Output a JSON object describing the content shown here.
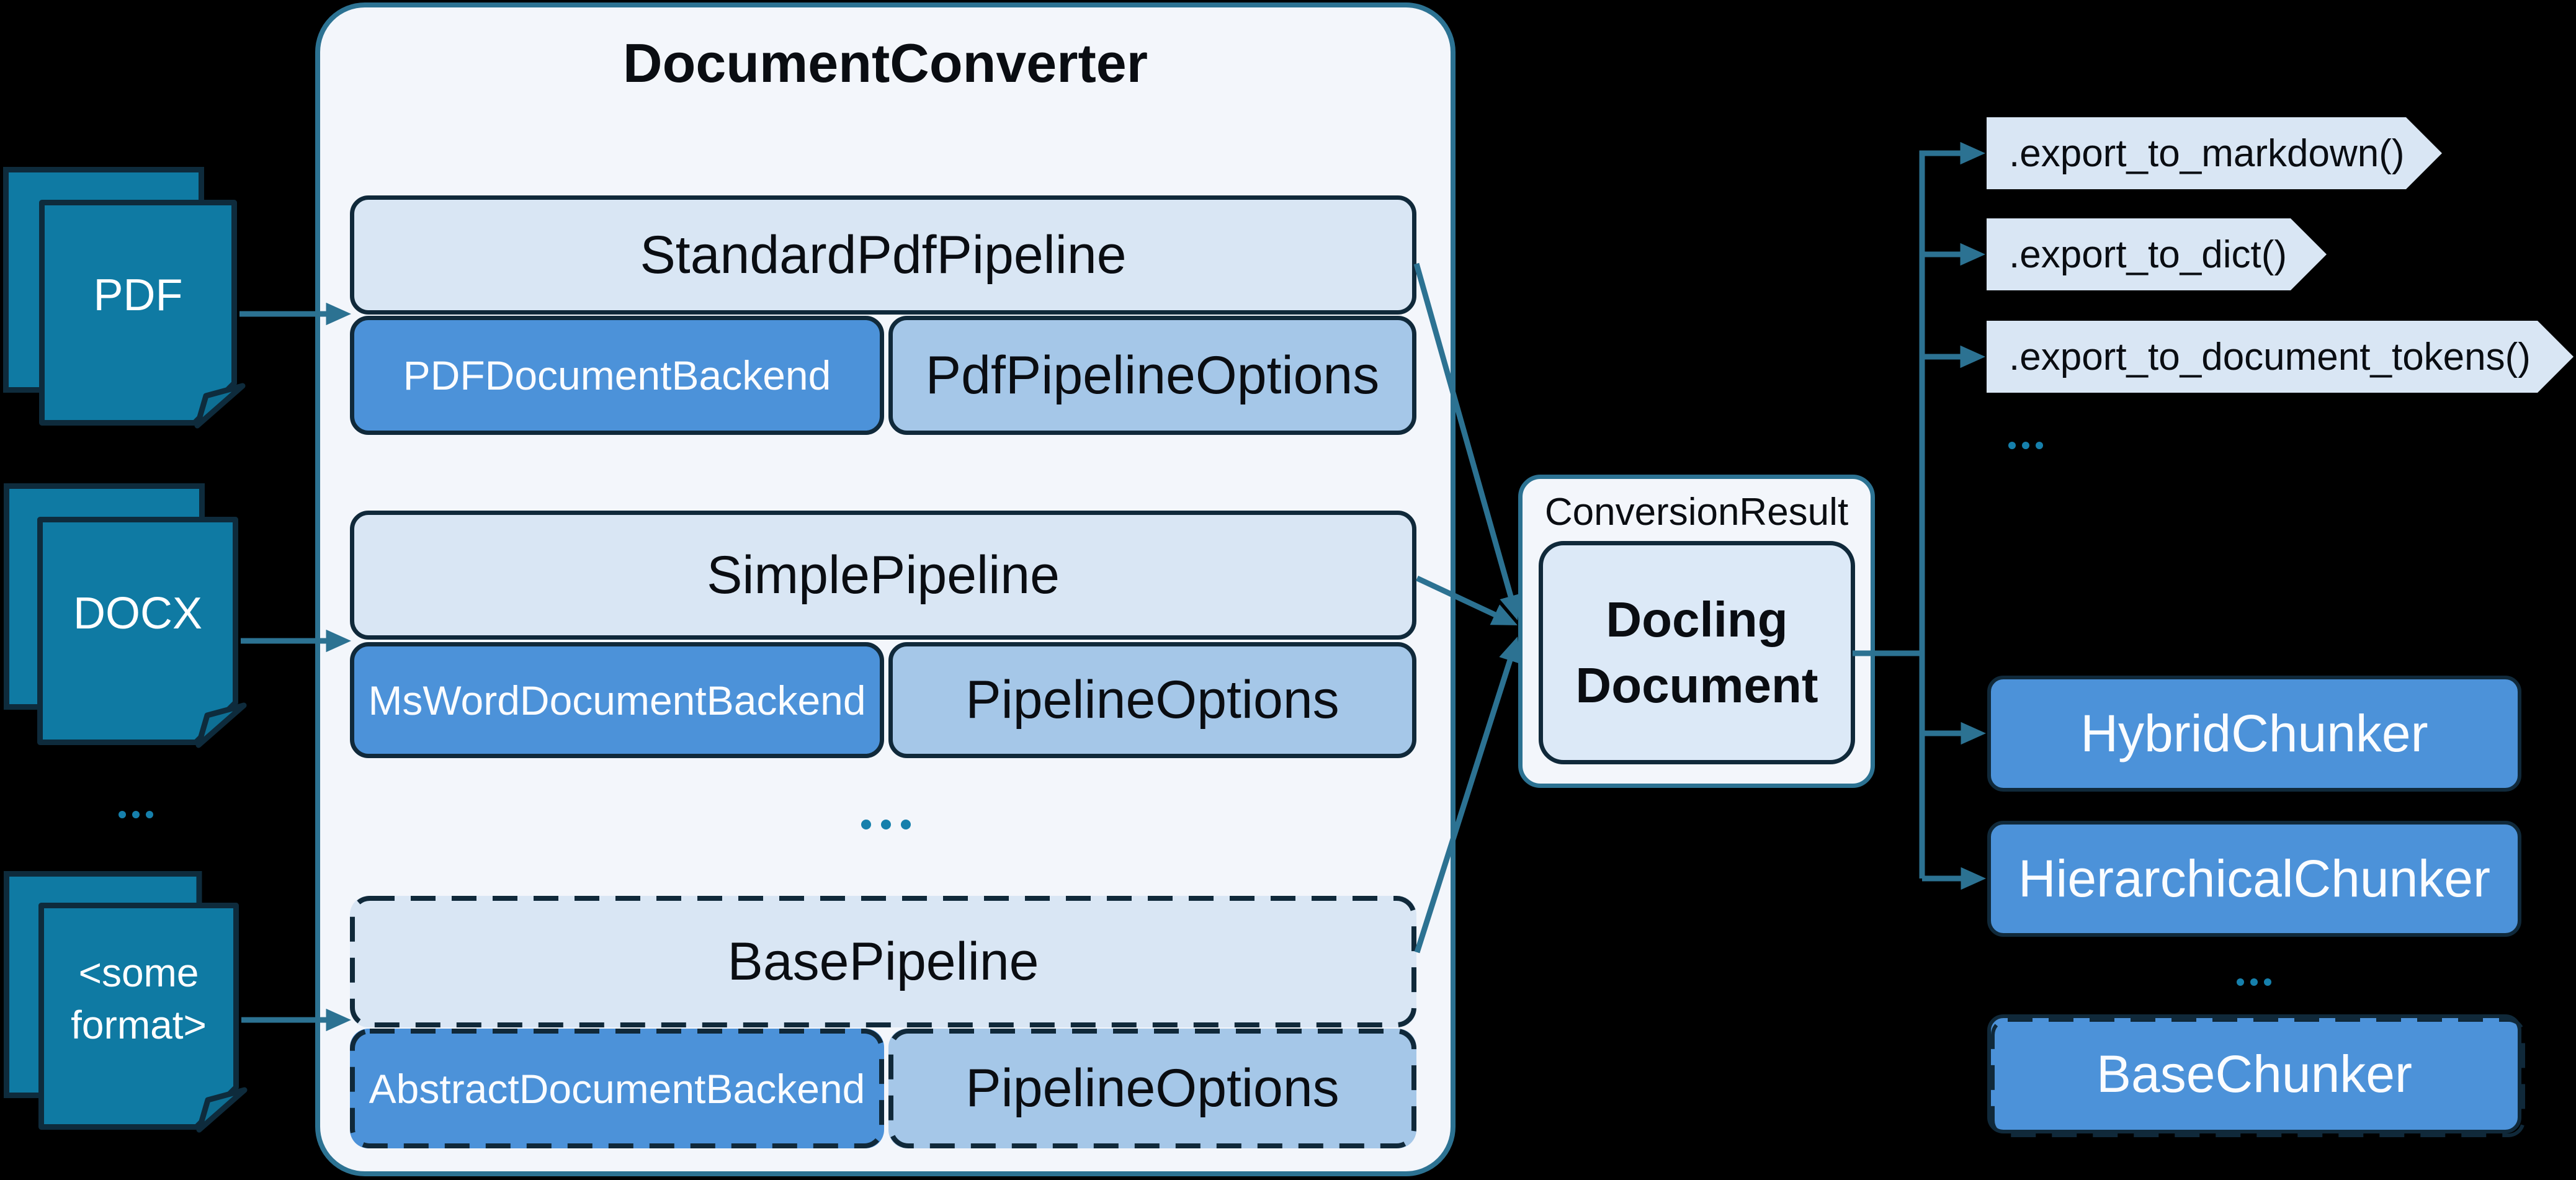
{
  "diagram": {
    "background_color": "#000000",
    "accent_teal": "#2C7292",
    "dark_border": "#10293A",
    "light_blue_fill": "#D9E6F4",
    "medium_blue_fill": "#4C92D9",
    "pale_blue_fill": "#A5C7E8",
    "container_fill": "#F3F6FB",
    "icon_fill": "#0F7AA3",
    "dot_color": "#1680AC"
  },
  "inputs": {
    "items": [
      {
        "label": "PDF"
      },
      {
        "label": "DOCX"
      },
      {
        "label": "<some format>"
      }
    ],
    "ellipsis": "..."
  },
  "converter": {
    "title": "DocumentConverter",
    "pipelines": [
      {
        "name": "StandardPdfPipeline",
        "backend": "PDFDocumentBackend",
        "options": "PdfPipelineOptions"
      },
      {
        "name": "SimplePipeline",
        "backend": "MsWordDocumentBackend",
        "options": "PipelineOptions"
      },
      {
        "name": "BasePipeline",
        "backend": "AbstractDocumentBackend",
        "options": "PipelineOptions"
      }
    ],
    "ellipsis": "..."
  },
  "result": {
    "label": "ConversionResult",
    "document": "Docling Document"
  },
  "exports": {
    "items": [
      {
        "label": ".export_to_markdown()"
      },
      {
        "label": ".export_to_dict()"
      },
      {
        "label": ".export_to_document_tokens()"
      }
    ],
    "ellipsis": "..."
  },
  "chunkers": {
    "items": [
      {
        "label": "HybridChunker"
      },
      {
        "label": "HierarchicalChunker"
      },
      {
        "label": "BaseChunker"
      }
    ],
    "ellipsis": "..."
  }
}
